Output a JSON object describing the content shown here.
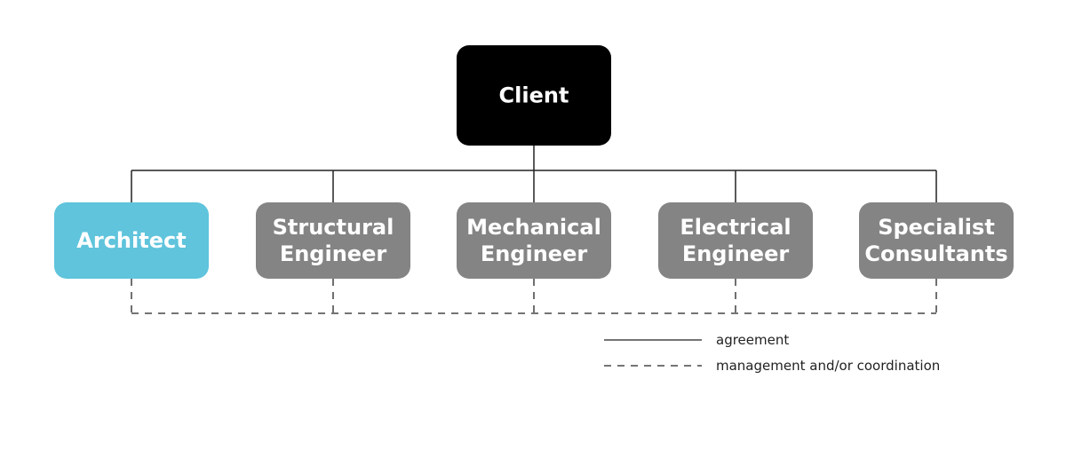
{
  "colors": {
    "client": "#000000",
    "architect": "#5fc4dc",
    "consultant": "#848484",
    "line": "#222222",
    "label": "#ffffff"
  },
  "nodes": [
    {
      "id": "client",
      "lines": [
        "Client"
      ],
      "color": "#000000"
    },
    {
      "id": "architect",
      "lines": [
        "Architect"
      ],
      "color": "#5fc4dc"
    },
    {
      "id": "structural-engineer",
      "lines": [
        "Structural",
        "Engineer"
      ],
      "color": "#848484"
    },
    {
      "id": "mechanical-engineer",
      "lines": [
        "Mechanical",
        "Engineer"
      ],
      "color": "#848484"
    },
    {
      "id": "electrical-engineer",
      "lines": [
        "Electrical",
        "Engineer"
      ],
      "color": "#848484"
    },
    {
      "id": "specialist-consultants",
      "lines": [
        "Specialist",
        "Consultants"
      ],
      "color": "#848484"
    }
  ],
  "legend": [
    {
      "style": "solid",
      "label": "agreement"
    },
    {
      "style": "dashed",
      "label": "management and/or coordination"
    }
  ]
}
